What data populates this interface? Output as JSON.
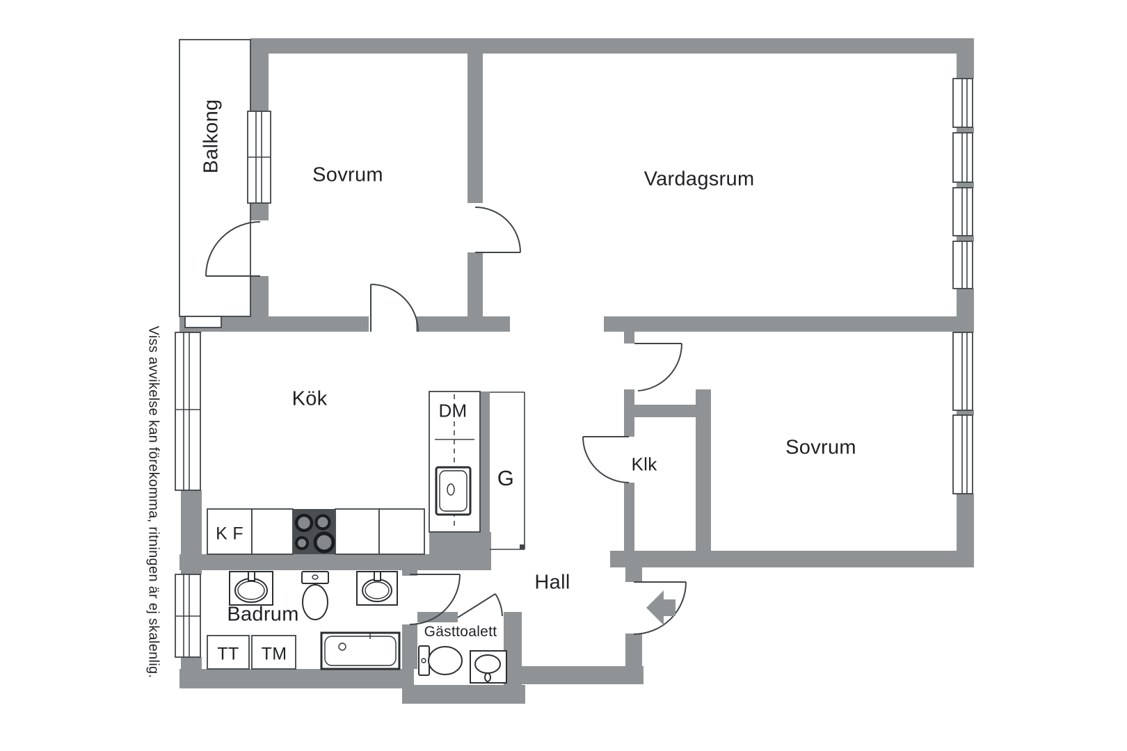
{
  "plan": {
    "colors": {
      "wall": "#8f9396",
      "line": "#3f4447",
      "fixture": "#2a2e31",
      "stove": "#4a4e51",
      "burner": "#85898c",
      "burner_ring": "#1a1c1d",
      "text": "#1f2123",
      "background": "#ffffff"
    },
    "rooms": {
      "balcony": "Balkong",
      "bedroom_1": "Sovrum",
      "living_room": "Vardagsrum",
      "kitchen": "Kök",
      "wardrobe": "G",
      "closet": "Klk",
      "bedroom_2": "Sovrum",
      "hall": "Hall",
      "bathroom": "Badrum",
      "guest_toilet": "Gästtoalett"
    },
    "appliances": {
      "dishwasher": "DM",
      "fridge_freezer": "K F",
      "tumble_dryer": "TT",
      "washing_machine": "TM"
    },
    "disclaimer": "Viss avvikelse kan förekomma, ritningen är ej skalenlig."
  }
}
